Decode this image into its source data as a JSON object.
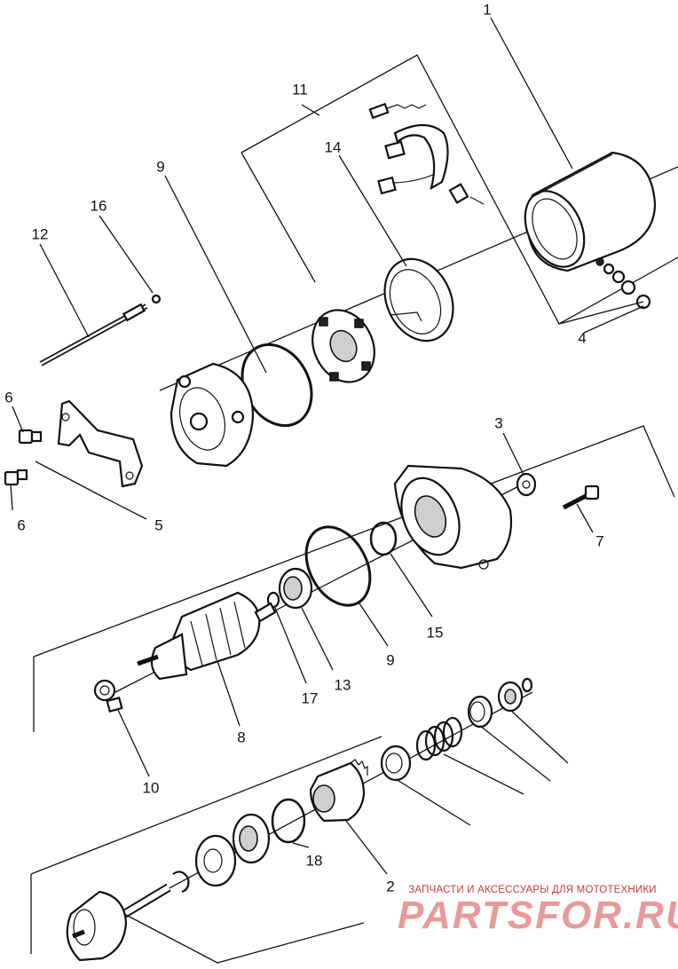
{
  "diagram": {
    "callouts": [
      "1",
      "11",
      "14",
      "9",
      "16",
      "12",
      "6",
      "6",
      "5",
      "4",
      "3",
      "7",
      "15",
      "9",
      "13",
      "17",
      "8",
      "10",
      "18",
      "2"
    ]
  },
  "watermark": {
    "subtitle": "ЗАПЧАСТИ И АКСЕССУАРЫ ДЛЯ МОТОТЕХНИКИ",
    "brand": "PARTSFOR.RU"
  }
}
